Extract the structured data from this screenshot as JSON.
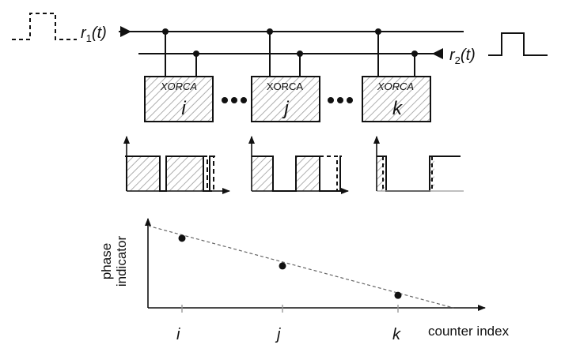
{
  "signals": {
    "r1": {
      "base": "r",
      "sub": "1",
      "arg": "(t)"
    },
    "r2": {
      "base": "r",
      "sub": "2",
      "arg": "(t)"
    }
  },
  "counters": [
    {
      "name": "XORCA",
      "italic_name": true,
      "index": "i"
    },
    {
      "name": "XORCA",
      "italic_name": false,
      "index": "j"
    },
    {
      "name": "XORCA",
      "italic_name": true,
      "index": "k"
    }
  ],
  "plot": {
    "ylabel_line1": "phase",
    "ylabel_line2": "indicator",
    "xlabel": "counter index",
    "ticks": [
      "i",
      "j",
      "k"
    ]
  },
  "chart_data": {
    "type": "scatter",
    "categories": [
      "i",
      "j",
      "k"
    ],
    "values": [
      0.78,
      0.47,
      0.14
    ],
    "trend": {
      "intercept_at_axis": 0.92,
      "zero_at": 3.55
    },
    "xlabel": "counter index",
    "ylabel": "phase indicator",
    "grid": false
  }
}
